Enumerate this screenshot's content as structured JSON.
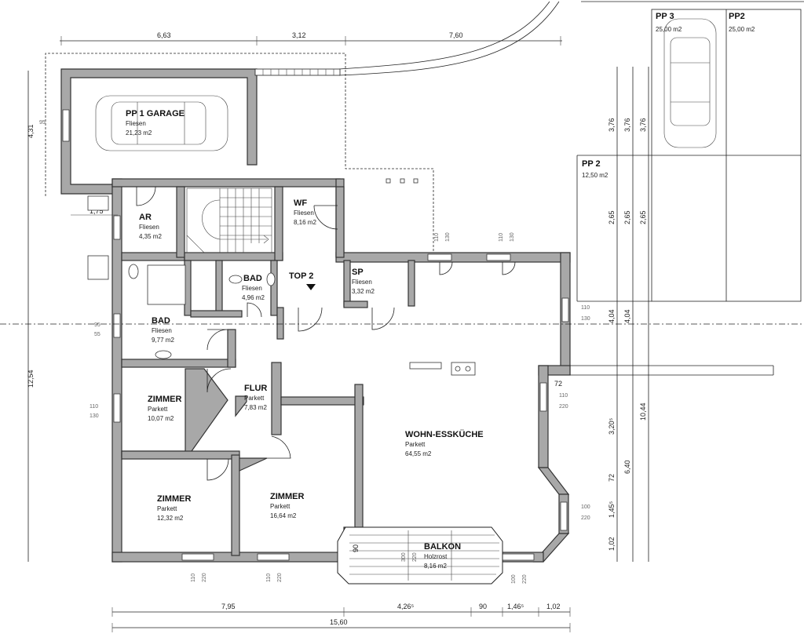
{
  "rooms": {
    "garage": {
      "name": "PP 1 GARAGE",
      "material": "Fliesen",
      "area": "21,23 m2"
    },
    "ar": {
      "name": "AR",
      "material": "Fliesen",
      "area": "4,35 m2"
    },
    "wf": {
      "name": "WF",
      "material": "Fliesen",
      "area": "8,16 m2"
    },
    "bad_small": {
      "name": "BAD",
      "material": "Fliesen",
      "area": "4,96 m2"
    },
    "top2": {
      "name": "TOP 2"
    },
    "sp": {
      "name": "SP",
      "material": "Fliesen",
      "area": "3,32 m2"
    },
    "bad_large": {
      "name": "BAD",
      "material": "Fliesen",
      "area": "9,77 m2"
    },
    "zimmer1": {
      "name": "ZIMMER",
      "material": "Parkett",
      "area": "10,07 m2"
    },
    "flur": {
      "name": "FLUR",
      "material": "Parkett",
      "area": "7,83 m2"
    },
    "wohn": {
      "name": "WOHN-ESSKÜCHE",
      "material": "Parkett",
      "area": "64,55 m2"
    },
    "zimmer2": {
      "name": "ZIMMER",
      "material": "Parkett",
      "area": "12,32 m2"
    },
    "zimmer3": {
      "name": "ZIMMER",
      "material": "Parkett",
      "area": "16,64 m2"
    },
    "balkon": {
      "name": "BALKON",
      "material": "Holzrost",
      "area": "8,16 m2"
    }
  },
  "parking": {
    "pp3": {
      "name": "PP 3",
      "area": "25,00 m2"
    },
    "pp2a": {
      "name": "PP2",
      "area": "25,00 m2"
    },
    "pp2b": {
      "name": "PP 2",
      "area": "12,50 m2"
    }
  },
  "dimensions": {
    "top": [
      "6,63",
      "3,12",
      "7,60"
    ],
    "bottom_row1": [
      "7,95",
      "4,26⁵",
      "90",
      "1,46⁵",
      "1,02"
    ],
    "bottom_total": "15,60",
    "left": [
      "4,31",
      "12,54"
    ],
    "right_col1": [
      "3,76",
      "2,65",
      "4,04",
      "3,20⁵",
      "72",
      "1,45⁵",
      "1,02"
    ],
    "right_col2": [
      "3,76",
      "2,65",
      "4,04",
      "6,40"
    ],
    "right_col3": [
      "3,76",
      "2,65",
      "10,44"
    ],
    "misc": {
      "d175": "1,75",
      "d72": "72",
      "d90": "90"
    }
  },
  "openings": {
    "w110_220": [
      "110",
      "220"
    ],
    "w110_130": [
      "110",
      "130"
    ],
    "w95_55": [
      "95",
      "55"
    ],
    "w100_220": [
      "100",
      "220"
    ],
    "w300_220": [
      "300",
      "220"
    ]
  }
}
